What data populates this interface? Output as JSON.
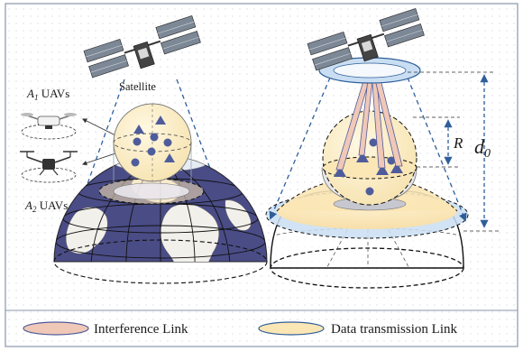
{
  "labels": {
    "satellite": "Satellite",
    "a1_prefix": "A",
    "a1_sub": "1",
    "a1_suffix": " UAVs",
    "a2_prefix": "A",
    "a2_sub": "2",
    "a2_suffix": " UAVs",
    "radius": "R",
    "distance_main": "d",
    "distance_sub": "0"
  },
  "legend": {
    "interference": "Interference Link",
    "data_transmission": "Data transmission Link"
  },
  "colors": {
    "uav_marker": "#4f5c9c",
    "ocean": "#4a4c86",
    "land": "#f2f0ea",
    "sphere": "#fbefc8",
    "coverage": "#fbe6b5",
    "blue_ring": "#c9def2",
    "interference_link": "#f0c8b8",
    "arrow_blue": "#2f5f9a"
  }
}
